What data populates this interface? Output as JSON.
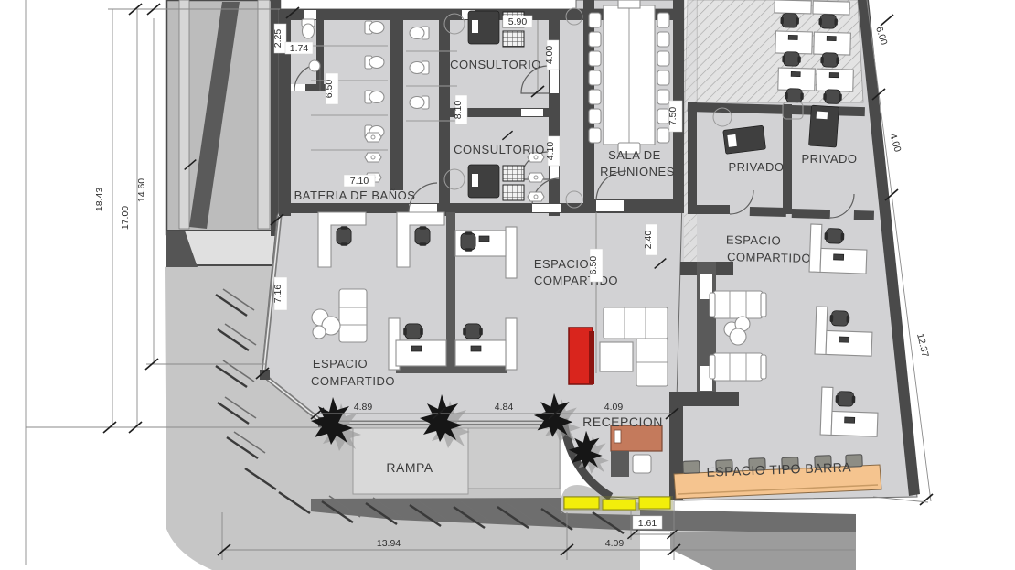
{
  "plan": {
    "rooms": {
      "bateria_banos": "BATERIA DE BAÑOS",
      "consultorio_top": "CONSULTORIO",
      "consultorio_bottom": "CONSULTORIO",
      "sala_de_reuniones_l1": "SALA DE",
      "sala_de_reuniones_l2": "REUNIONES",
      "privado_left": "PRIVADO",
      "privado_right": "PRIVADO",
      "espacio_left_l1": "ESPACIO",
      "espacio_left_l2": "COMPARTIDO",
      "espacio_center_l1": "ESPACIO",
      "espacio_center_l2": "COMPARTIDO",
      "espacio_right_l1": "ESPACIO",
      "espacio_right_l2": "COMPARTIDO",
      "recepcion": "RECEPCION",
      "rampa": "RAMPA",
      "espacio_tipo_barra": "ESPACIO TIPO BARRA"
    },
    "dims": {
      "left_outer": "18.43",
      "left_mid": "17.00",
      "left_inner": "14.60",
      "facade": "7.16",
      "wc_w": "2.25",
      "wc_d": "1.74",
      "banos_h": "6.50",
      "banos_w": "7.10",
      "cons_w": "5.90",
      "cons_top_h": "4.00",
      "cons_depth": "8.10",
      "cons_bot_h": "4.10",
      "sala_h": "7.50",
      "pass": "2.40",
      "cluster_h": "6.50",
      "right_top": "6.00",
      "right_mid": "4.00",
      "right_low": "12.37",
      "front_a": "4.89",
      "front_b": "4.84",
      "front_c": "4.09",
      "door": "1.61",
      "base_a": "13.94",
      "base_b": "4.09"
    },
    "colors": {
      "wall": "#4a4a4a",
      "floor": "#d2d2d4",
      "terrain": "#c6c6c6",
      "street": "#6e6e6e",
      "accent_red": "#d9251d",
      "accent_yellow": "#f2ee0b",
      "reception_desk": "#c47a5c",
      "bar_counter": "#f5c48f"
    }
  }
}
